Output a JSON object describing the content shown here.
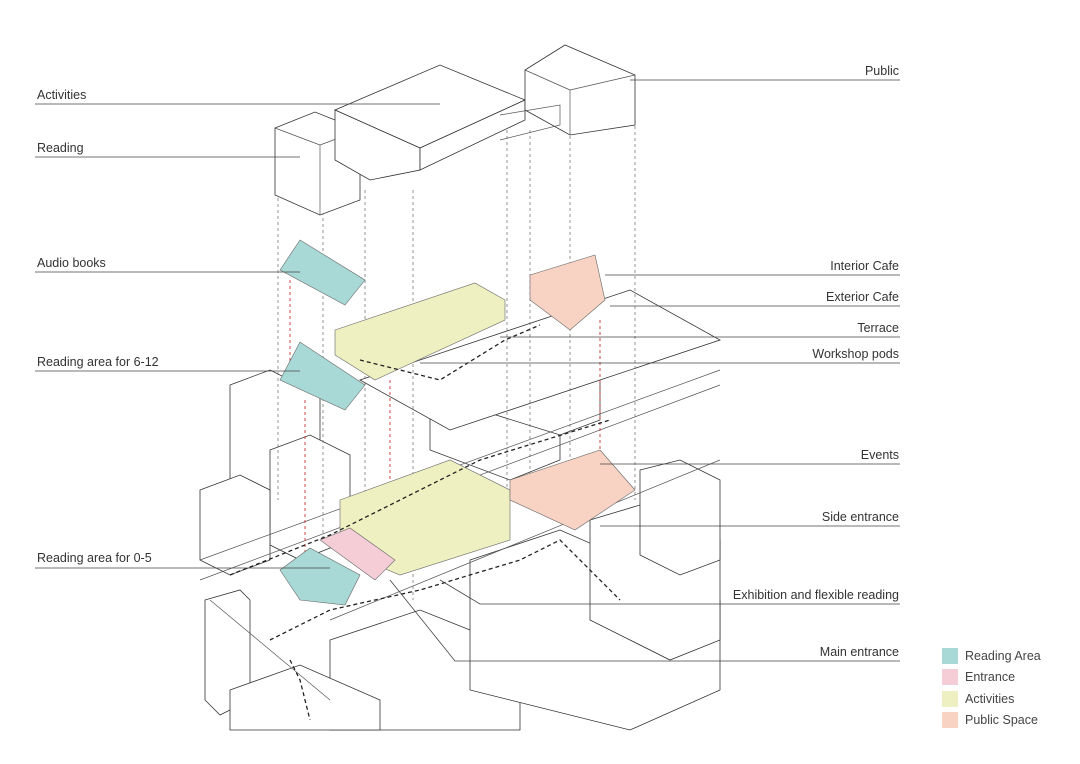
{
  "labels_left": {
    "activities": "Activities",
    "reading": "Reading",
    "audio_books": "Audio books",
    "reading_6_12": "Reading area for 6-12",
    "reading_0_5": "Reading area for 0-5"
  },
  "labels_right": {
    "public": "Public",
    "interior_cafe": "Interior Cafe",
    "exterior_cafe": "Exterior Cafe",
    "terrace": "Terrace",
    "workshop_pods": "Workshop pods",
    "events": "Events",
    "side_entrance": "Side entrance",
    "exhibition": "Exhibition and flexible reading",
    "main_entrance": "Main entrance"
  },
  "legend": [
    {
      "label": "Reading Area",
      "color": "#a9d9d6"
    },
    {
      "label": "Entrance",
      "color": "#f4cdd7"
    },
    {
      "label": "Activities",
      "color": "#eef0c2"
    },
    {
      "label": "Public Space",
      "color": "#f8d3c4"
    }
  ]
}
